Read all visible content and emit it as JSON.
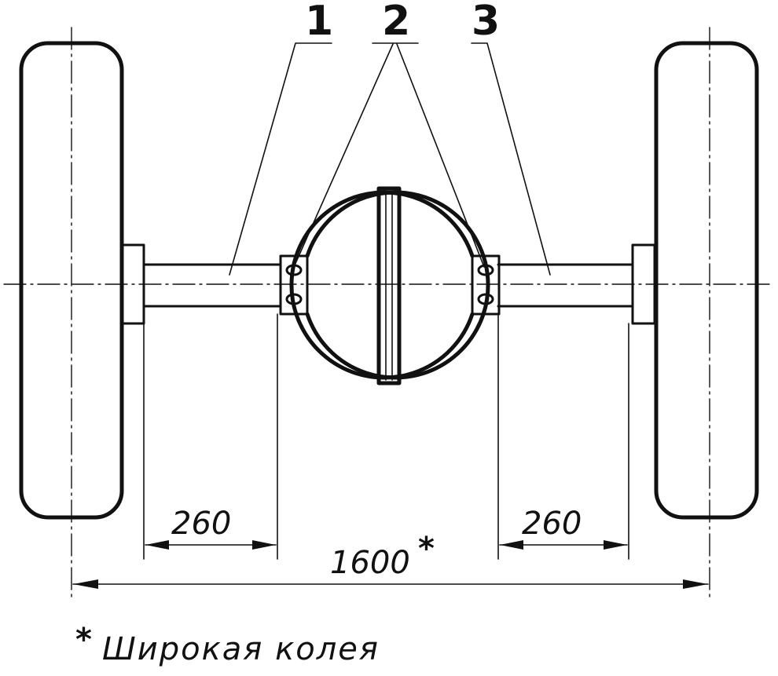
{
  "callouts": {
    "c1": "1",
    "c2": "2",
    "c3": "3"
  },
  "dimensions": {
    "left_offset": "260",
    "right_offset": "260",
    "track_width": "1600",
    "track_mark": "*"
  },
  "footnote": {
    "mark": "*",
    "text": "Широкая колея"
  }
}
